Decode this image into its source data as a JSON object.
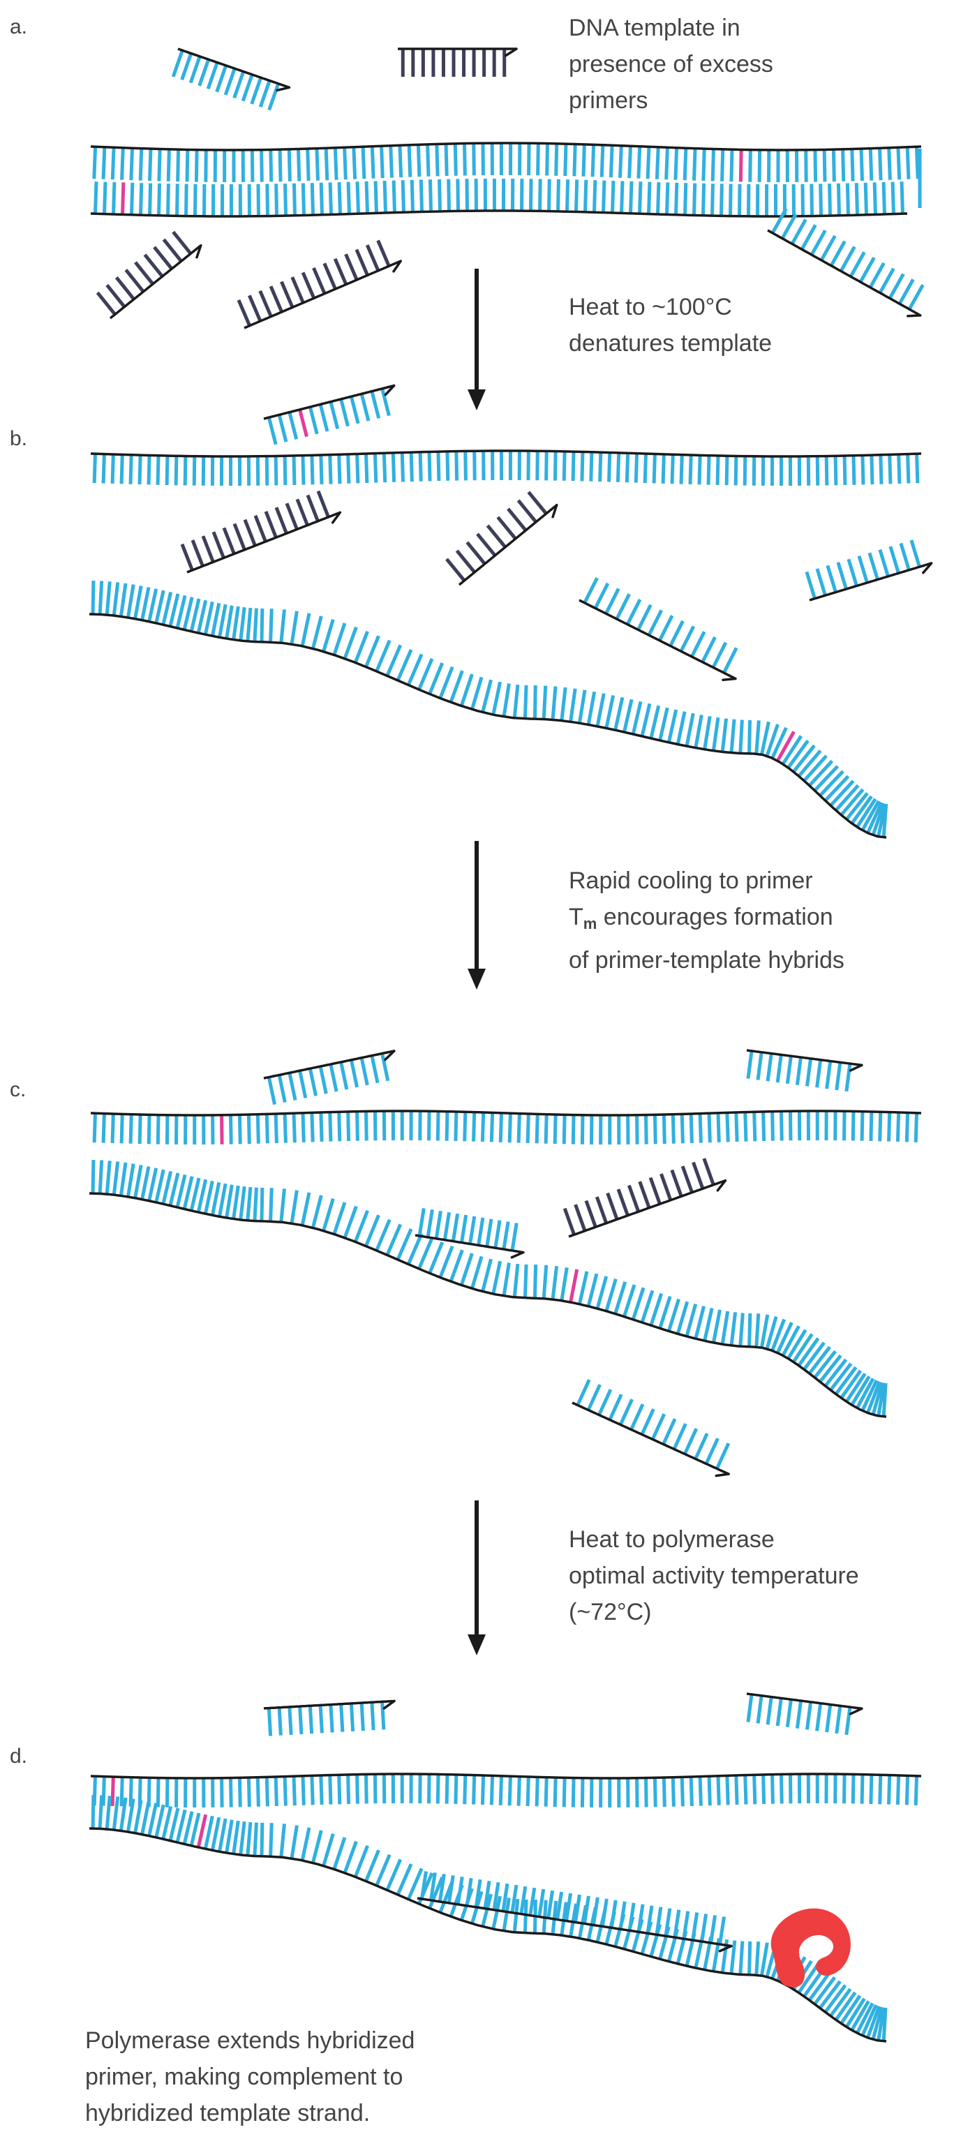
{
  "colors": {
    "base_palette": [
      "#31b0e0",
      "#e23d98",
      "#6cc04a",
      "#f7a84a"
    ],
    "primer_gray": "#3d3f5a",
    "backbone": "#1a1a1a",
    "arrow": "#1a1a1a",
    "polymerase": "#ef3e40"
  },
  "panels": {
    "a": {
      "label": "a."
    },
    "b": {
      "label": "b."
    },
    "c": {
      "label": "c."
    },
    "d": {
      "label": "d."
    }
  },
  "steps": {
    "intro": {
      "lines": [
        "DNA template in",
        "presence of excess",
        "primers"
      ]
    },
    "denature": {
      "lines": [
        "Heat to ~100°C",
        "denatures template"
      ]
    },
    "anneal": {
      "line1": "Rapid cooling to primer",
      "line2_prefix": "T",
      "line2_sub": "m",
      "line2_rest": " encourages formation",
      "line3": "of primer-template hybrids"
    },
    "extend_temp": {
      "lines": [
        "Heat to polymerase",
        "optimal activity temperature",
        "(~72°C)"
      ]
    },
    "extension": {
      "lines": [
        "Polymerase extends hybridized",
        "primer, making complement to",
        "hybridized template strand."
      ]
    }
  }
}
